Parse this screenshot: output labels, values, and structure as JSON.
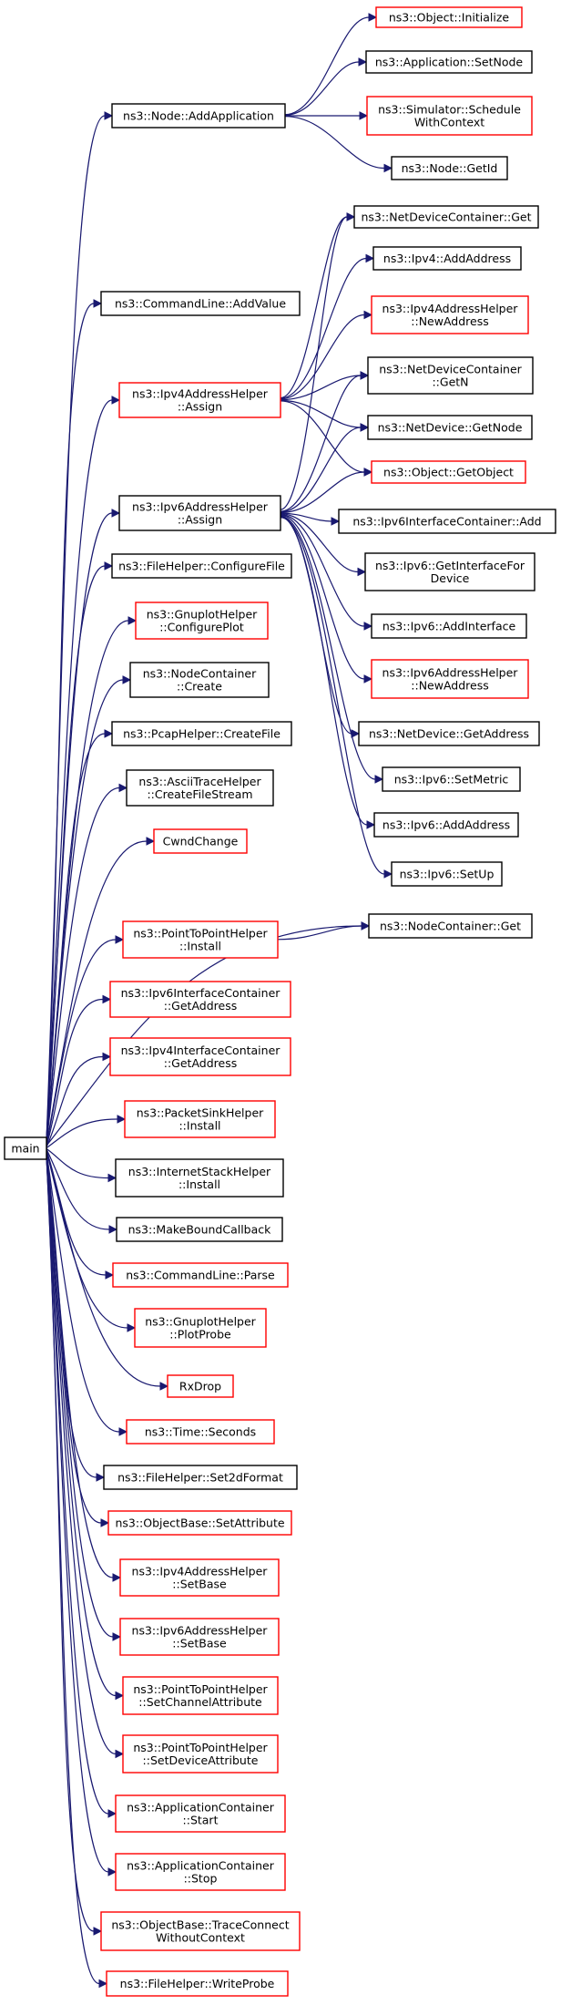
{
  "colors": {
    "edge": "#191970",
    "box_linked": "#000000",
    "box_missing": "#ff0000",
    "root_fill": "#bfbfbf"
  },
  "nodes": [
    {
      "id": "main",
      "lines": [
        "main"
      ],
      "style": "root"
    },
    {
      "id": "node_addapp",
      "lines": [
        "ns3::Node::AddApplication"
      ],
      "style": "linked"
    },
    {
      "id": "obj_init",
      "lines": [
        "ns3::Object::Initialize"
      ],
      "style": "missing"
    },
    {
      "id": "app_setnode",
      "lines": [
        "ns3::Application::SetNode"
      ],
      "style": "linked"
    },
    {
      "id": "sim_sched",
      "lines": [
        "ns3::Simulator::Schedule",
        "WithContext"
      ],
      "style": "missing"
    },
    {
      "id": "node_getid",
      "lines": [
        "ns3::Node::GetId"
      ],
      "style": "linked"
    },
    {
      "id": "cmd_addvalue",
      "lines": [
        "ns3::CommandLine::AddValue"
      ],
      "style": "linked"
    },
    {
      "id": "ndc_get",
      "lines": [
        "ns3::NetDeviceContainer::Get"
      ],
      "style": "linked"
    },
    {
      "id": "ipv4_addaddr",
      "lines": [
        "ns3::Ipv4::AddAddress"
      ],
      "style": "linked"
    },
    {
      "id": "ipv4ah_newaddr",
      "lines": [
        "ns3::Ipv4AddressHelper",
        "::NewAddress"
      ],
      "style": "missing"
    },
    {
      "id": "ipv4ah_assign",
      "lines": [
        "ns3::Ipv4AddressHelper",
        "::Assign"
      ],
      "style": "missing"
    },
    {
      "id": "ndc_getn",
      "lines": [
        "ns3::NetDeviceContainer",
        "::GetN"
      ],
      "style": "linked"
    },
    {
      "id": "nd_getnode",
      "lines": [
        "ns3::NetDevice::GetNode"
      ],
      "style": "linked"
    },
    {
      "id": "obj_getobject",
      "lines": [
        "ns3::Object::GetObject"
      ],
      "style": "missing"
    },
    {
      "id": "ipv6ah_assign",
      "lines": [
        "ns3::Ipv6AddressHelper",
        "::Assign"
      ],
      "style": "linked"
    },
    {
      "id": "ipv6ic_add",
      "lines": [
        "ns3::Ipv6InterfaceContainer::Add"
      ],
      "style": "linked"
    },
    {
      "id": "ipv6_getif",
      "lines": [
        "ns3::Ipv6::GetInterfaceFor",
        "Device"
      ],
      "style": "linked"
    },
    {
      "id": "fh_configure",
      "lines": [
        "ns3::FileHelper::ConfigureFile"
      ],
      "style": "linked"
    },
    {
      "id": "ipv6_addif",
      "lines": [
        "ns3::Ipv6::AddInterface"
      ],
      "style": "linked"
    },
    {
      "id": "gp_configure",
      "lines": [
        "ns3::GnuplotHelper",
        "::ConfigurePlot"
      ],
      "style": "missing"
    },
    {
      "id": "ipv6ah_newaddr",
      "lines": [
        "ns3::Ipv6AddressHelper",
        "::NewAddress"
      ],
      "style": "missing"
    },
    {
      "id": "nc_create",
      "lines": [
        "ns3::NodeContainer",
        "::Create"
      ],
      "style": "linked"
    },
    {
      "id": "nd_getaddr",
      "lines": [
        "ns3::NetDevice::GetAddress"
      ],
      "style": "linked"
    },
    {
      "id": "pcap_create",
      "lines": [
        "ns3::PcapHelper::CreateFile"
      ],
      "style": "linked"
    },
    {
      "id": "ipv6_setmetric",
      "lines": [
        "ns3::Ipv6::SetMetric"
      ],
      "style": "linked"
    },
    {
      "id": "ascii_create",
      "lines": [
        "ns3::AsciiTraceHelper",
        "::CreateFileStream"
      ],
      "style": "linked"
    },
    {
      "id": "ipv6_addaddr",
      "lines": [
        "ns3::Ipv6::AddAddress"
      ],
      "style": "linked"
    },
    {
      "id": "cwnd",
      "lines": [
        "CwndChange"
      ],
      "style": "missing"
    },
    {
      "id": "ipv6_setup",
      "lines": [
        "ns3::Ipv6::SetUp"
      ],
      "style": "linked"
    },
    {
      "id": "p2p_install",
      "lines": [
        "ns3::PointToPointHelper",
        "::Install"
      ],
      "style": "missing"
    },
    {
      "id": "nc_get",
      "lines": [
        "ns3::NodeContainer::Get"
      ],
      "style": "linked"
    },
    {
      "id": "ipv6ic_getaddr",
      "lines": [
        "ns3::Ipv6InterfaceContainer",
        "::GetAddress"
      ],
      "style": "missing"
    },
    {
      "id": "ipv4ic_getaddr",
      "lines": [
        "ns3::Ipv4InterfaceContainer",
        "::GetAddress"
      ],
      "style": "missing"
    },
    {
      "id": "psh_install",
      "lines": [
        "ns3::PacketSinkHelper",
        "::Install"
      ],
      "style": "missing"
    },
    {
      "id": "ish_install",
      "lines": [
        "ns3::InternetStackHelper",
        "::Install"
      ],
      "style": "linked"
    },
    {
      "id": "mbc",
      "lines": [
        "ns3::MakeBoundCallback"
      ],
      "style": "linked"
    },
    {
      "id": "cmd_parse",
      "lines": [
        "ns3::CommandLine::Parse"
      ],
      "style": "missing"
    },
    {
      "id": "gp_plotprobe",
      "lines": [
        "ns3::GnuplotHelper",
        "::PlotProbe"
      ],
      "style": "missing"
    },
    {
      "id": "rxdrop",
      "lines": [
        "RxDrop"
      ],
      "style": "missing"
    },
    {
      "id": "time_seconds",
      "lines": [
        "ns3::Time::Seconds"
      ],
      "style": "missing"
    },
    {
      "id": "fh_set2d",
      "lines": [
        "ns3::FileHelper::Set2dFormat"
      ],
      "style": "linked"
    },
    {
      "id": "ob_setattr",
      "lines": [
        "ns3::ObjectBase::SetAttribute"
      ],
      "style": "missing"
    },
    {
      "id": "ipv4ah_setbase",
      "lines": [
        "ns3::Ipv4AddressHelper",
        "::SetBase"
      ],
      "style": "missing"
    },
    {
      "id": "ipv6ah_setbase",
      "lines": [
        "ns3::Ipv6AddressHelper",
        "::SetBase"
      ],
      "style": "missing"
    },
    {
      "id": "p2p_setchan",
      "lines": [
        "ns3::PointToPointHelper",
        "::SetChannelAttribute"
      ],
      "style": "missing"
    },
    {
      "id": "p2p_setdev",
      "lines": [
        "ns3::PointToPointHelper",
        "::SetDeviceAttribute"
      ],
      "style": "missing"
    },
    {
      "id": "ac_start",
      "lines": [
        "ns3::ApplicationContainer",
        "::Start"
      ],
      "style": "missing"
    },
    {
      "id": "ac_stop",
      "lines": [
        "ns3::ApplicationContainer",
        "::Stop"
      ],
      "style": "missing"
    },
    {
      "id": "ob_traceconnect",
      "lines": [
        "ns3::ObjectBase::TraceConnect",
        "WithoutContext"
      ],
      "style": "missing"
    },
    {
      "id": "fh_writeprobe",
      "lines": [
        "ns3::FileHelper::WriteProbe"
      ],
      "style": "missing"
    }
  ],
  "edges": [
    [
      "main",
      "node_addapp"
    ],
    [
      "main",
      "cmd_addvalue"
    ],
    [
      "main",
      "ipv4ah_assign"
    ],
    [
      "main",
      "ipv6ah_assign"
    ],
    [
      "main",
      "fh_configure"
    ],
    [
      "main",
      "gp_configure"
    ],
    [
      "main",
      "nc_create"
    ],
    [
      "main",
      "pcap_create"
    ],
    [
      "main",
      "ascii_create"
    ],
    [
      "main",
      "cwnd"
    ],
    [
      "main",
      "nc_get"
    ],
    [
      "main",
      "p2p_install"
    ],
    [
      "main",
      "ipv6ic_getaddr"
    ],
    [
      "main",
      "ipv4ic_getaddr"
    ],
    [
      "main",
      "psh_install"
    ],
    [
      "main",
      "ish_install"
    ],
    [
      "main",
      "mbc"
    ],
    [
      "main",
      "cmd_parse"
    ],
    [
      "main",
      "gp_plotprobe"
    ],
    [
      "main",
      "rxdrop"
    ],
    [
      "main",
      "time_seconds"
    ],
    [
      "main",
      "fh_set2d"
    ],
    [
      "main",
      "ob_setattr"
    ],
    [
      "main",
      "ipv4ah_setbase"
    ],
    [
      "main",
      "ipv6ah_setbase"
    ],
    [
      "main",
      "p2p_setchan"
    ],
    [
      "main",
      "p2p_setdev"
    ],
    [
      "main",
      "ac_start"
    ],
    [
      "main",
      "ac_stop"
    ],
    [
      "main",
      "ob_traceconnect"
    ],
    [
      "main",
      "fh_writeprobe"
    ],
    [
      "node_addapp",
      "obj_init"
    ],
    [
      "node_addapp",
      "app_setnode"
    ],
    [
      "node_addapp",
      "sim_sched"
    ],
    [
      "node_addapp",
      "node_getid"
    ],
    [
      "ipv4ah_assign",
      "ndc_get"
    ],
    [
      "ipv4ah_assign",
      "ipv4_addaddr"
    ],
    [
      "ipv4ah_assign",
      "ipv4ah_newaddr"
    ],
    [
      "ipv4ah_assign",
      "ndc_getn"
    ],
    [
      "ipv4ah_assign",
      "nd_getnode"
    ],
    [
      "ipv4ah_assign",
      "obj_getobject"
    ],
    [
      "ipv6ah_assign",
      "ndc_get"
    ],
    [
      "ipv6ah_assign",
      "ndc_getn"
    ],
    [
      "ipv6ah_assign",
      "nd_getnode"
    ],
    [
      "ipv6ah_assign",
      "obj_getobject"
    ],
    [
      "ipv6ah_assign",
      "ipv6ic_add"
    ],
    [
      "ipv6ah_assign",
      "ipv6_getif"
    ],
    [
      "ipv6ah_assign",
      "ipv6_addif"
    ],
    [
      "ipv6ah_assign",
      "ipv6ah_newaddr"
    ],
    [
      "ipv6ah_assign",
      "nd_getaddr"
    ],
    [
      "ipv6ah_assign",
      "ipv6_setmetric"
    ],
    [
      "ipv6ah_assign",
      "ipv6_addaddr"
    ],
    [
      "ipv6ah_assign",
      "ipv6_setup"
    ],
    [
      "p2p_install",
      "nc_get"
    ]
  ]
}
